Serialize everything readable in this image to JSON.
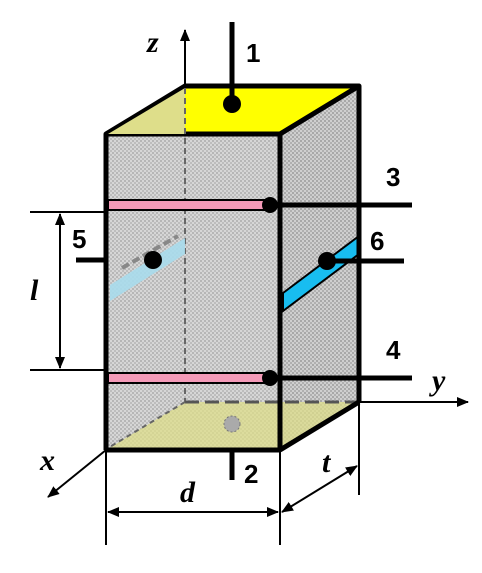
{
  "labels": {
    "electrode_1": "1",
    "electrode_2": "2",
    "electrode_3": "3",
    "electrode_4": "4",
    "electrode_5": "5",
    "electrode_6": "6"
  },
  "axes": {
    "x": "x",
    "y": "y",
    "z": "z"
  },
  "dimensions": {
    "length": "l",
    "width": "d",
    "thickness": "t"
  },
  "colors": {
    "top_face": "#ffff00",
    "bottom_face": "#dede8a",
    "pink_strip": "#f49ab8",
    "cyan_strip": "#18bdf0",
    "cyan_strip_back": "#a9dcec",
    "hatch_gray": "#c9c9c9"
  }
}
